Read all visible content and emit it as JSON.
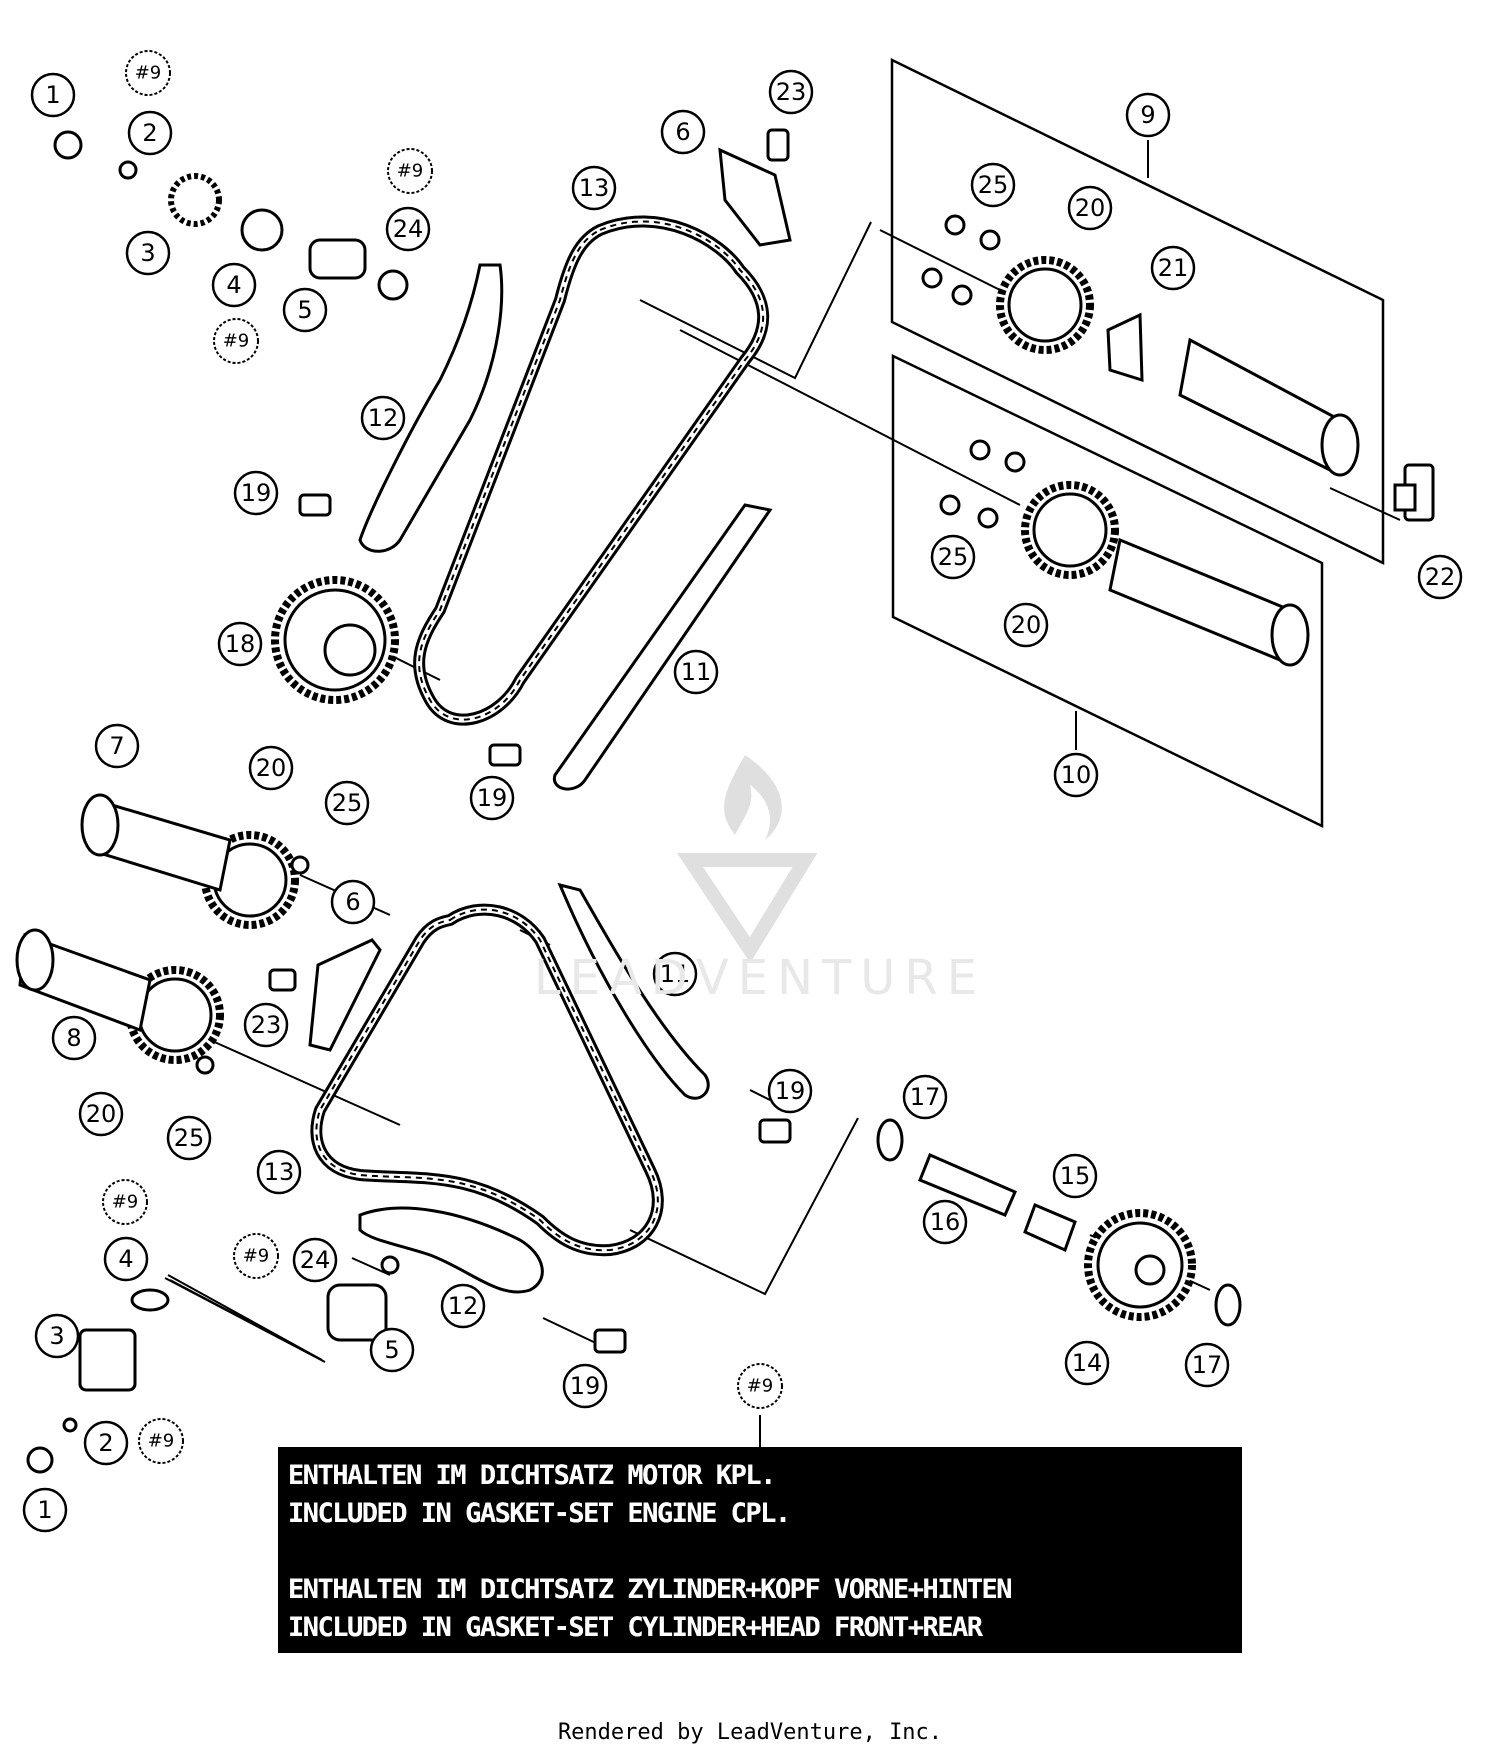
{
  "watermark": "LEADVENTURE",
  "note": {
    "lines": [
      "ENTHALTEN IM DICHTSATZ MOTOR KPL.",
      "INCLUDED IN GASKET-SET ENGINE CPL.",
      "ENTHALTEN IM DICHTSATZ ZYLINDER+KOPF VORNE+HINTEN",
      "INCLUDED IN GASKET-SET CYLINDER+HEAD FRONT+REAR"
    ]
  },
  "footer": "Rendered by LeadVenture, Inc.",
  "callouts": [
    {
      "label": "1"
    },
    {
      "label": "#9"
    },
    {
      "label": "2"
    },
    {
      "label": "3"
    },
    {
      "label": "4"
    },
    {
      "label": "#9"
    },
    {
      "label": "5"
    },
    {
      "label": "#9"
    },
    {
      "label": "24"
    },
    {
      "label": "23"
    },
    {
      "label": "6"
    },
    {
      "label": "13"
    },
    {
      "label": "9"
    },
    {
      "label": "25"
    },
    {
      "label": "20"
    },
    {
      "label": "21"
    },
    {
      "label": "12"
    },
    {
      "label": "19"
    },
    {
      "label": "22"
    },
    {
      "label": "25"
    },
    {
      "label": "18"
    },
    {
      "label": "20"
    },
    {
      "label": "11"
    },
    {
      "label": "10"
    },
    {
      "label": "19"
    },
    {
      "label": "7"
    },
    {
      "label": "20"
    },
    {
      "label": "25"
    },
    {
      "label": "6"
    },
    {
      "label": "11"
    },
    {
      "label": "23"
    },
    {
      "label": "8"
    },
    {
      "label": "20"
    },
    {
      "label": "25"
    },
    {
      "label": "19"
    },
    {
      "label": "17"
    },
    {
      "label": "13"
    },
    {
      "label": "15"
    },
    {
      "label": "16"
    },
    {
      "label": "#9"
    },
    {
      "label": "4"
    },
    {
      "label": "#9"
    },
    {
      "label": "24"
    },
    {
      "label": "3"
    },
    {
      "label": "12"
    },
    {
      "label": "5"
    },
    {
      "label": "14"
    },
    {
      "label": "17"
    },
    {
      "label": "19"
    },
    {
      "label": "2"
    },
    {
      "label": "#9"
    },
    {
      "label": "#9"
    },
    {
      "label": "1"
    }
  ]
}
